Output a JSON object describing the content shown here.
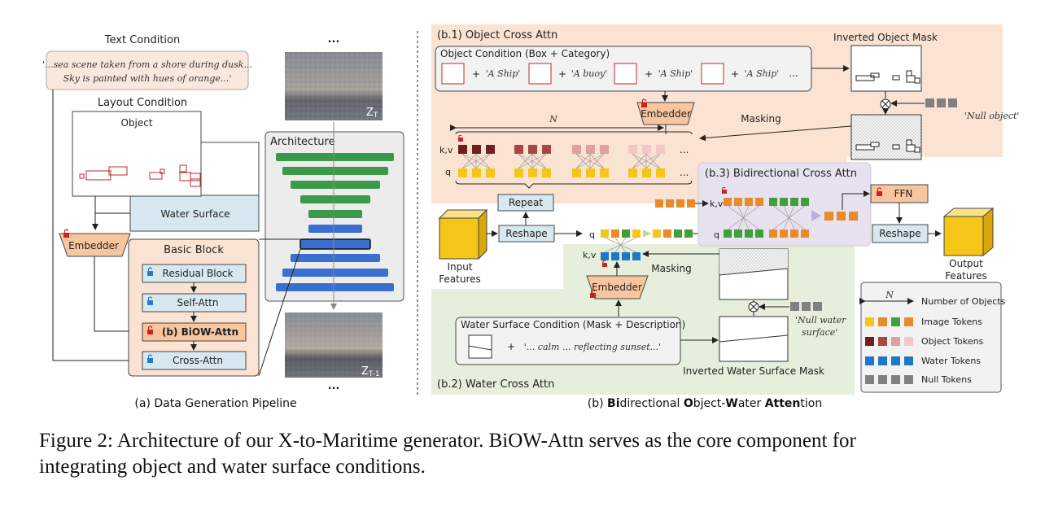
{
  "left_panel": {
    "text_condition_title": "Text Condition",
    "text_condition_line1": "'...sea scene taken from a shore during dusk...",
    "text_condition_line2": "Sky is painted with hues of orange...'",
    "layout_condition_title": "Layout Condition",
    "object_label": "Object",
    "water_surface_label": "Water Surface",
    "embedder_label": "Embedder",
    "basic_block_title": "Basic Block",
    "residual_block": "Residual Block",
    "self_attn": "Self-Attn",
    "biow_attn": "(b) BiOW-Attn",
    "cross_attn": "Cross-Attn",
    "architecture_label": "Architecture",
    "ellipsis_top": "...",
    "ellipsis_bottom": "...",
    "z_t": "Z",
    "z_t_sub": "T",
    "z_t1": "Z",
    "z_t1_sub": "T-1",
    "subtitle": "(a) Data Generation Pipeline"
  },
  "right_panel": {
    "b1_title": "(b.1) Object Cross Attn",
    "object_condition_title": "Object Condition (Box + Category)",
    "obj_tokens": [
      "'A Ship'",
      "'A buoy'",
      "'A Ship'",
      "'A Ship'"
    ],
    "plus": "+",
    "ellipsis": "...",
    "inverted_object_mask": "Inverted Object Mask",
    "null_object": "'Null object'",
    "masking_top": "Masking",
    "embedder_top": "Embedder",
    "n_label": "N",
    "kv": "k,v",
    "q": "q",
    "repeat": "Repeat",
    "reshape_left": "Reshape",
    "input_features_1": "Input",
    "input_features_2": "Features",
    "b3_title": "(b.3) Bidirectional Cross Attn",
    "ffn": "FFN",
    "reshape_right": "Reshape",
    "output_features_1": "Output",
    "output_features_2": "Features",
    "masking_bottom": "Masking",
    "embedder_bottom": "Embedder",
    "water_condition_title": "Water Surface Condition (Mask + Description)",
    "water_text": "'... calm ... reflecting sunset...'",
    "null_water_1": "'Null water",
    "null_water_2": "surface'",
    "inverted_water_mask": "Inverted Water Surface Mask",
    "b2_title": "(b.2) Water Cross Attn",
    "subtitle_parts": [
      "(b) ",
      "Bi",
      "directional ",
      "O",
      "bject-",
      "W",
      "ater ",
      "Atten",
      "tion"
    ]
  },
  "legend": {
    "n_label": "N",
    "number_of_objects": "Number of Objects",
    "image_tokens": "Image Tokens",
    "object_tokens": "Object Tokens",
    "water_tokens": "Water Tokens",
    "null_tokens": "Null Tokens"
  },
  "caption": {
    "line1": "Figure 2: Architecture of our X-to-Maritime generator. BiOW-Attn serves as the core component for",
    "line2": "integrating object and water surface conditions."
  },
  "colors": {
    "peach_bg": "#fbe3d3",
    "green_bg": "#e6efdb",
    "lavender_bg": "#e8e2f0",
    "embedder_fill": "#f7c69f",
    "block_fill": "#d8e8f0",
    "image_yellow": "#f5c518",
    "image_orange": "#e88b2a",
    "image_green": "#3f9f3a",
    "object_dark": "#6e2020",
    "object_mid": "#a84646",
    "object_light": "#e0a0a0",
    "object_pale": "#f0c8c8",
    "water_blue": "#1f77c8",
    "null_gray": "#808080",
    "unet_green": "#3a9a4a",
    "unet_blue": "#3a6fd0"
  }
}
